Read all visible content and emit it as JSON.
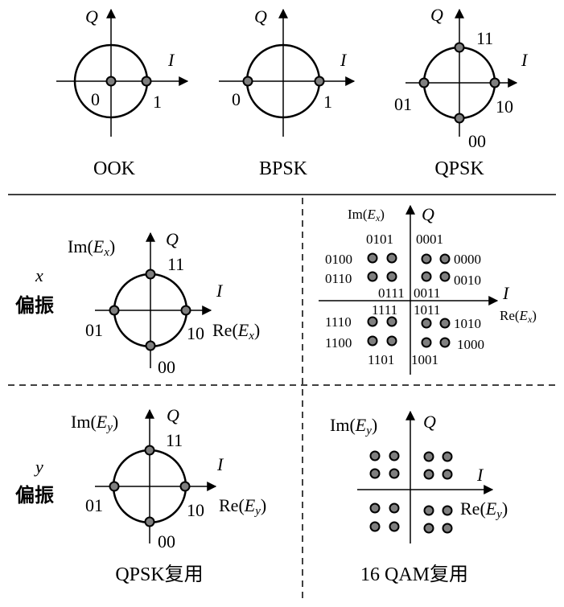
{
  "axis_labels": {
    "q": "Q",
    "i": "I",
    "im_x_prefix": "Im(",
    "im_x_sym": "E",
    "im_x_sub": "x",
    "im_x_suffix": ")",
    "re_x_prefix": "Re(",
    "re_x_sym": "E",
    "re_x_sub": "x",
    "re_x_suffix": ")",
    "im_y_prefix": "Im(",
    "im_y_sym": "E",
    "im_y_sub": "y",
    "im_y_suffix": ")",
    "re_y_prefix": "Re(",
    "re_y_sym": "E",
    "re_y_sub": "y",
    "re_y_suffix": ")"
  },
  "top_row": {
    "ook": {
      "title": "OOK",
      "label_0": "0",
      "label_1": "1"
    },
    "bpsk": {
      "title": "BPSK",
      "label_0": "0",
      "label_1": "1"
    },
    "qpsk": {
      "title": "QPSK",
      "label_top": "11",
      "label_left": "01",
      "label_right": "10",
      "label_bottom": "00"
    }
  },
  "rows": {
    "x_label_letter": "x",
    "x_label_text": "偏振",
    "y_label_letter": "y",
    "y_label_text": "偏振"
  },
  "qpsk_x": {
    "label_top": "11",
    "label_left": "01",
    "label_right": "10",
    "label_bottom": "00"
  },
  "qpsk_y": {
    "label_top": "11",
    "label_left": "01",
    "label_right": "10",
    "label_bottom": "00"
  },
  "qam16_x": {
    "codes": {
      "tl_top": "0101",
      "tr_top": "0001",
      "tl_left_row1": "0100",
      "tr_right_row1": "0000",
      "tl_left_row2": "0110",
      "tr_right_row2": "0010",
      "center_upper_left": "0111",
      "center_upper_right": "0011",
      "center_lower_left": "1111",
      "center_lower_right": "1011",
      "bl_left_row1": "1110",
      "br_right_row1": "1010",
      "bl_left_row2": "1100",
      "br_right_row2": "1000",
      "bl_bottom": "1101",
      "br_bottom": "1001"
    }
  },
  "captions": {
    "left": "QPSK复用",
    "right": "16 QAM复用"
  },
  "colors": {
    "line": "#000000",
    "dot_fill": "#7f7f7f",
    "background": "#ffffff"
  }
}
